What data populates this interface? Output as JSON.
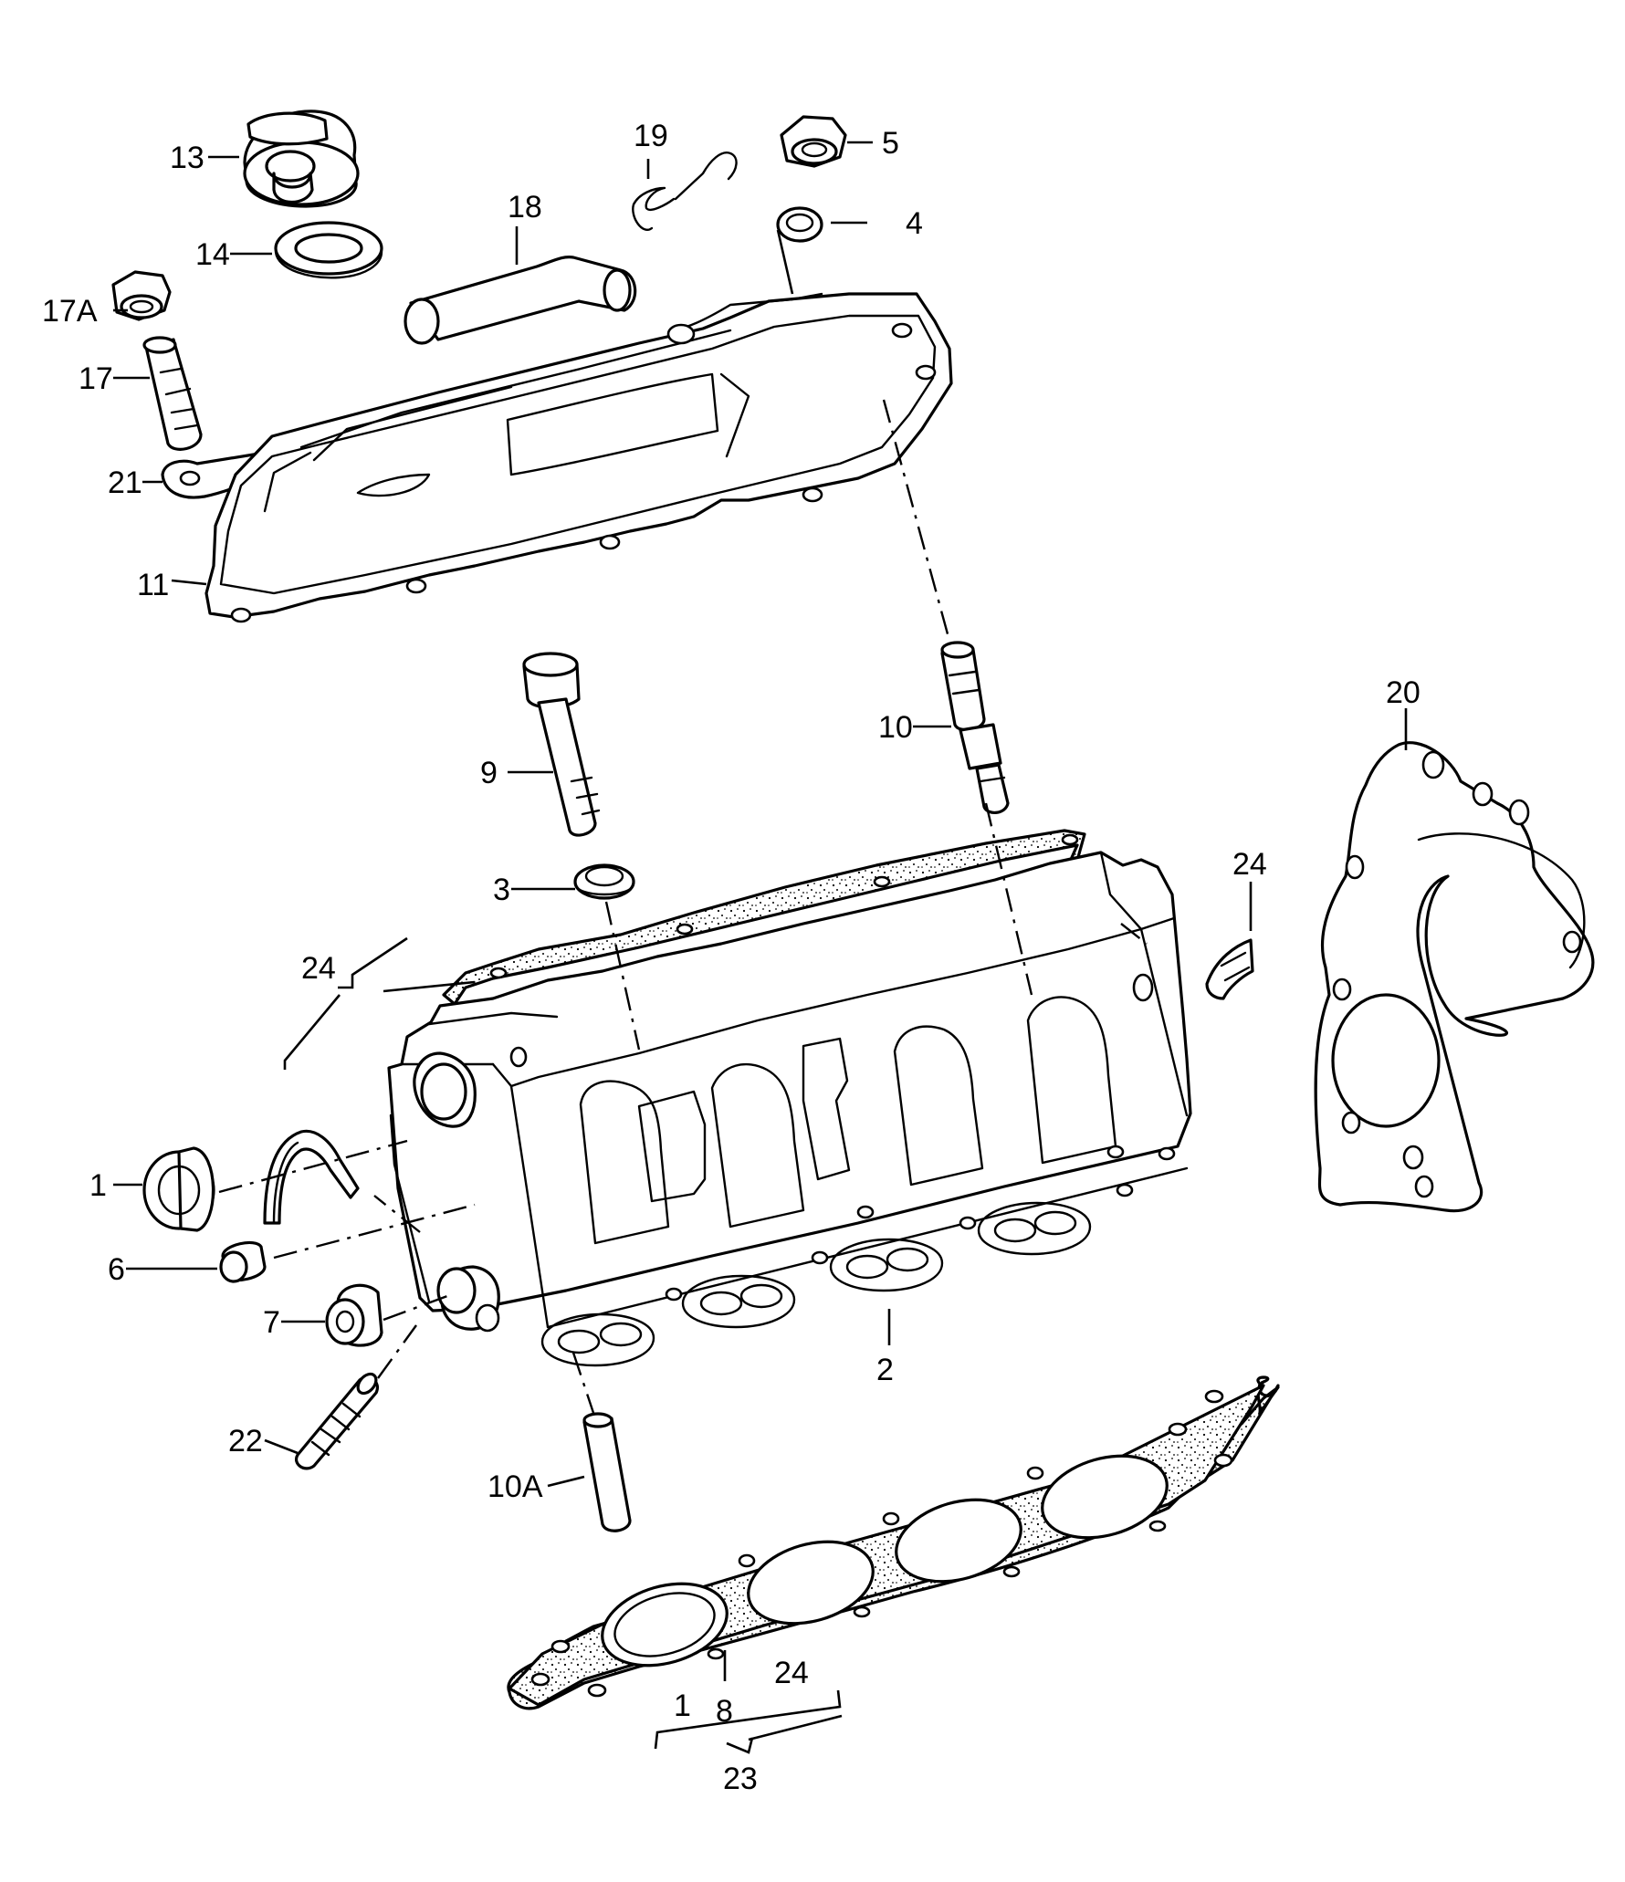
{
  "diagram": {
    "callouts": {
      "c1": "1",
      "c2": "2",
      "c3": "3",
      "c4": "4",
      "c5": "5",
      "c6": "6",
      "c7": "7",
      "c8": "8",
      "c9": "9",
      "c10": "10",
      "c10a": "10A",
      "c11": "11",
      "c13": "13",
      "c14": "14",
      "c17": "17",
      "c17a": "17A",
      "c18": "18",
      "c19": "19",
      "c20": "20",
      "c21": "21",
      "c22": "22",
      "c23": "23",
      "c24a": "24",
      "c24b": "24",
      "c24c": "24",
      "c1b": "1"
    }
  }
}
